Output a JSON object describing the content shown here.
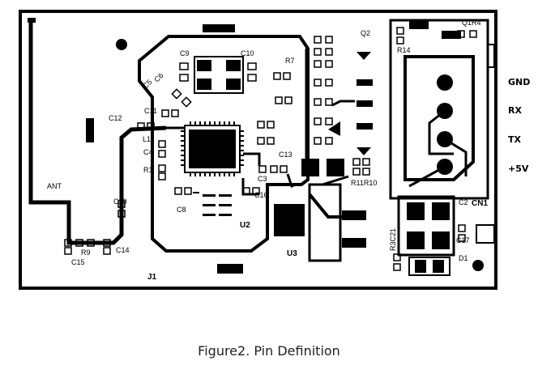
{
  "caption": "Figure2. Pin Definition",
  "board": {
    "antenna_label": "ANT",
    "j1_label": "J1",
    "u2_label": "U2",
    "u3_label": "U3",
    "q2_label": "Q2",
    "cn1_label": "CN1",
    "d1_label": "D1",
    "components": {
      "c9": "C9",
      "c10": "C10",
      "c12": "C12",
      "c11": "C11",
      "l1": "L1",
      "c4": "C4",
      "r1": "R1",
      "c8": "C8",
      "c16": "C16",
      "c3": "C3",
      "c20": "C20",
      "c14": "C14",
      "c15": "C15",
      "r9": "R9",
      "r7": "R7",
      "r11r10": "R11R10",
      "q1r4": "Q1R4",
      "r14": "R14",
      "r3c21": "R3C21",
      "c2": "C2",
      "c17": "C17",
      "c5": "C5",
      "c6": "C6",
      "c13": "C13"
    }
  },
  "pins": [
    "GND",
    "RX",
    "TX",
    "+5V"
  ]
}
